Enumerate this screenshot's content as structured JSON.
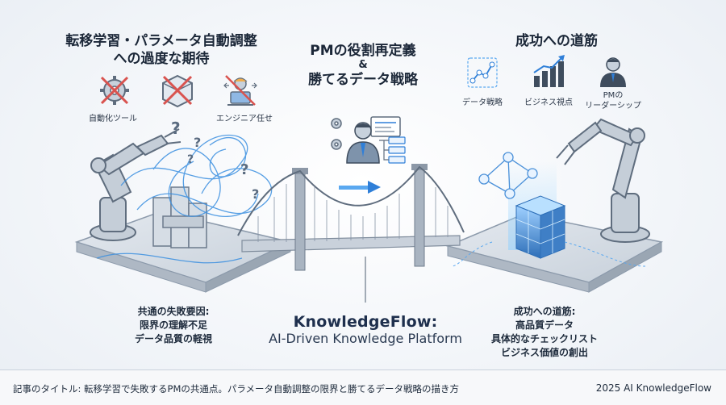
{
  "left": {
    "title_line1": "転移学習・パラメータ自動調整",
    "title_line2": "への過度な期待",
    "icon_labels": [
      "自動化ツール",
      "エンジニア任せ"
    ],
    "failure_title": "共通の失敗要因:",
    "failure_items": [
      "限界の理解不足",
      "データ品質の軽視"
    ]
  },
  "center": {
    "title_line1": "PMの役割再定義",
    "ampersand": "&",
    "title_line2": "勝てるデータ戦略",
    "brand_title": "KnowledgeFlow:",
    "brand_subtitle": "AI-Driven Knowledge Platform"
  },
  "right": {
    "title": "成功への道筋",
    "icon_labels": [
      "データ戦略",
      "ビジネス視点",
      "PMの",
      "リーダーシップ"
    ],
    "success_title": "成功への道筋:",
    "success_items": [
      "高品質データ",
      "具体的なチェックリスト",
      "ビジネス価値の創出"
    ]
  },
  "footer": {
    "article_title": "記事のタイトル: 転移学習で失敗するPMの共通点。パラメータ自動調整の限界と勝てるデータ戦略の描き方",
    "copyright": "2025 AI KnowledgeFlow"
  },
  "colors": {
    "accent_blue": "#2f7fd8",
    "glow_blue": "#5aa8f0",
    "cross_red": "#d9534f",
    "dark_navy": "#1b2738",
    "steel": "#8c9aab"
  }
}
